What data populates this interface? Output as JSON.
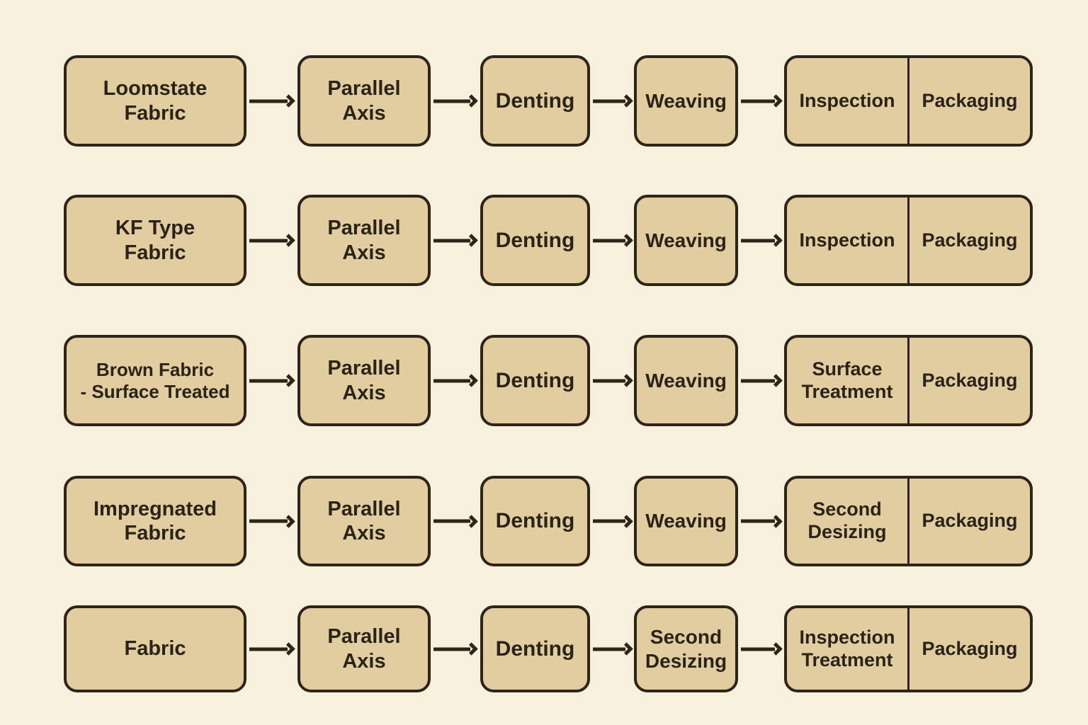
{
  "colors": {
    "background": "#f6f0dd",
    "box_fill": "#e2cda0",
    "line": "#2f2418",
    "text": "#2a2318"
  },
  "rows": [
    {
      "cells": [
        "Loomstate\nFabric",
        "Parallel\nAxis",
        "Denting",
        "Weaving"
      ],
      "final": {
        "left": "Inspection",
        "right": "Packaging"
      }
    },
    {
      "cells": [
        "KF Type\nFabric",
        "Parallel\nAxis",
        "Denting",
        "Weaving"
      ],
      "final": {
        "left": "Inspection",
        "right": "Packaging"
      }
    },
    {
      "cells": [
        "Brown Fabric\n- Surface Treated",
        "Parallel\nAxis",
        "Denting",
        "Weaving"
      ],
      "final": {
        "left": "Surface\nTreatment",
        "right": "Packaging"
      }
    },
    {
      "cells": [
        "Impregnated\nFabric",
        "Parallel\nAxis",
        "Denting",
        "Weaving"
      ],
      "final": {
        "left": "Second\nDesizing",
        "right": "Packaging"
      }
    },
    {
      "cells": [
        "Fabric",
        "Parallel\nAxis",
        "Denting",
        "Second\nDesizing"
      ],
      "final": {
        "left": "Inspection\nTreatment",
        "right": "Packaging"
      }
    }
  ]
}
